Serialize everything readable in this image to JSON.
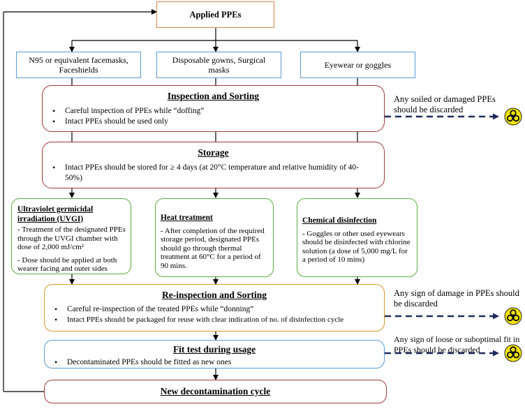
{
  "top": "Applied PPEs",
  "categories": [
    "N95 or equivalent facemasks, Faceshields",
    "Disposable gowns, Surgical masks",
    "Eyewear or goggles"
  ],
  "inspection": {
    "title": "Inspection and Sorting",
    "bullets": [
      "Careful inspection of PPEs while “doffing”",
      "Intact PPEs should be used only"
    ],
    "side": "Any soiled or damaged PPEs should be discarded"
  },
  "storage": {
    "title": "Storage",
    "bullets": [
      "Intact PPEs should be stored for ≥ 4 days (at 20°C temperature and relative humidity of 40-50%)"
    ]
  },
  "methods": [
    {
      "title": "Ultraviolet germicidal irradiation (UVGI)",
      "lines": [
        "- Treatment of the designated PPEs through the UVGI chamber with dose of 2,000 mJ/cm²",
        "- Dose should be applied at both wearer facing and outer sides"
      ]
    },
    {
      "title": "Heat treatment",
      "lines": [
        "- After completion of the required storage period, designated PPEs should go through thermal treatment at 60°C for a period of 90 mins."
      ]
    },
    {
      "title": "Chemical disinfection",
      "lines": [
        "- Goggles or other used eyewears should be disinfected with chlorine solution (a dose of 5,000 mg/L for a period of 10 mins)"
      ]
    }
  ],
  "reinspection": {
    "title": "Re-inspection and Sorting",
    "bullets": [
      "Careful re-inspection of the treated PPEs while “donning”",
      "Intact PPEs should be packaged for reuse with clear indication of no. of disinfection cycle"
    ],
    "side": "Any sign of damage in PPEs should be discarded"
  },
  "fittest": {
    "title": "Fit test during usage",
    "bullets": [
      "Decontaminated PPEs should be fitted as new ones"
    ],
    "side": "Any sign of loose or suboptimal fit in PPEs should be discarded"
  },
  "newcycle": "New decontamination cycle",
  "colors": {
    "orange": "#d9824a",
    "red": "#a23a35",
    "green": "#5cad3f",
    "gold": "#d49a2b",
    "blue": "#5b9bd5",
    "navy": "#1f2a5c",
    "hazard": "#f3e600"
  }
}
